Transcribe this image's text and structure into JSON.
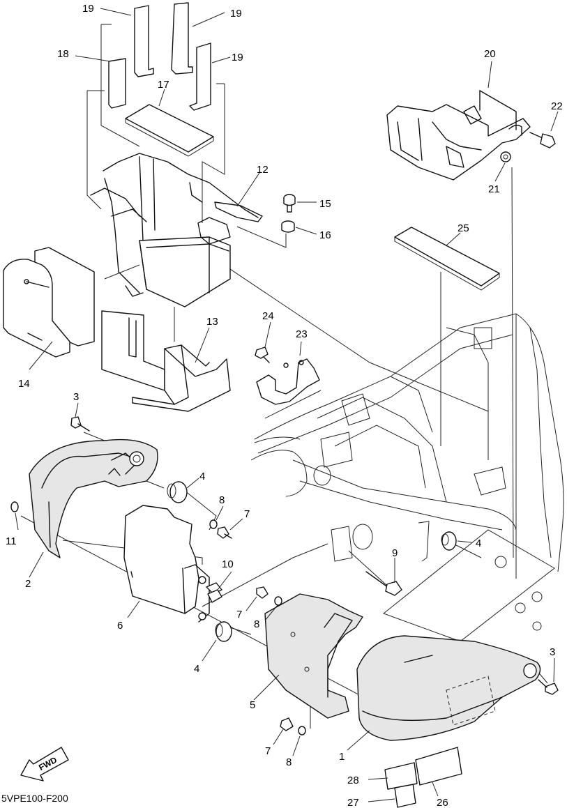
{
  "diagram_code": "5VPE100-F200",
  "fwd_arrow_text": "FWD",
  "callouts": {
    "c1": "1",
    "c2": "2",
    "c3a": "3",
    "c3b": "3",
    "c4a": "4",
    "c4b": "4",
    "c4c": "4",
    "c5": "5",
    "c6": "6",
    "c7a": "7",
    "c7b": "7",
    "c7c": "7",
    "c8a": "8",
    "c8b": "8",
    "c8c": "8",
    "c9": "9",
    "c10": "10",
    "c11": "11",
    "c12": "12",
    "c13": "13",
    "c14": "14",
    "c15": "15",
    "c16": "16",
    "c17": "17",
    "c18": "18",
    "c19a": "19",
    "c19b": "19",
    "c19c": "19",
    "c20": "20",
    "c21": "21",
    "c22": "22",
    "c23": "23",
    "c24": "24",
    "c25": "25",
    "c26": "26",
    "c27": "27",
    "c28": "28"
  }
}
